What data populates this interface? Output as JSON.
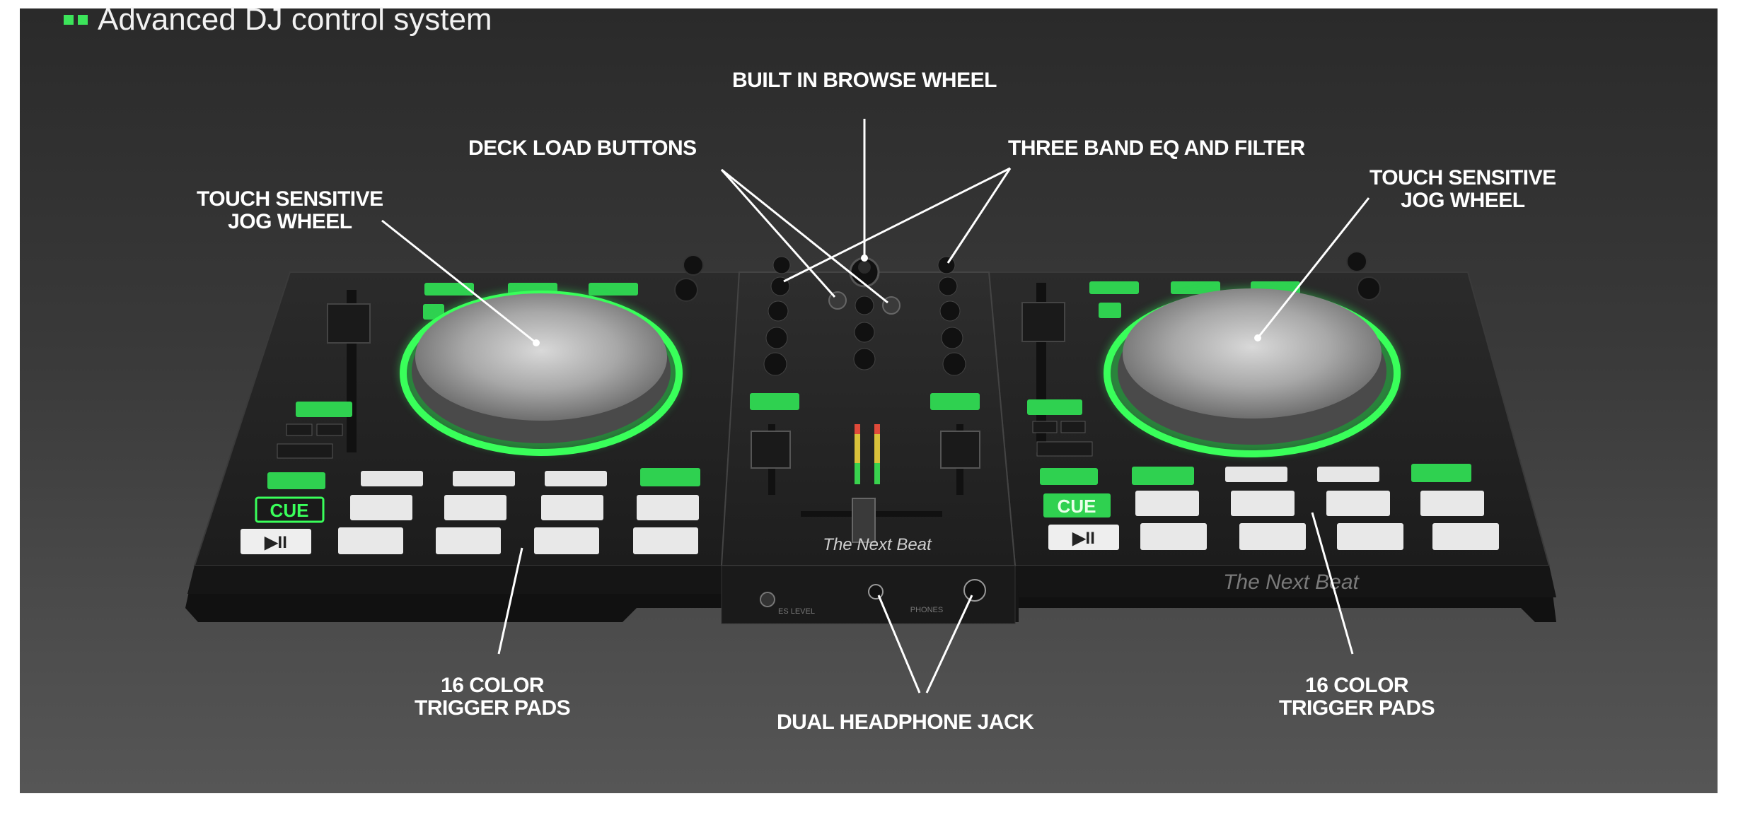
{
  "header": {
    "title": "Advanced DJ control system",
    "accent_color": "#3ce45a"
  },
  "callouts": {
    "browse_wheel": "BUILT IN BROWSE WHEEL",
    "deck_load": "DECK LOAD BUTTONS",
    "eq_filter": "THREE BAND EQ AND FILTER",
    "jog_left_line1": "TOUCH SENSITIVE",
    "jog_left_line2": "JOG WHEEL",
    "jog_right_line1": "TOUCH SENSITIVE",
    "jog_right_line2": "JOG WHEEL",
    "pads_left_line1": "16 COLOR",
    "pads_left_line2": "TRIGGER PADS",
    "pads_right_line1": "16 COLOR",
    "pads_right_line2": "TRIGGER PADS",
    "headphone": "DUAL HEADPHONE JACK"
  },
  "controller": {
    "brand": "The Next Beat",
    "cue_label": "CUE",
    "play_pause_label": "▶II",
    "phones_label": "PHONES",
    "level_label": "ES LEVEL",
    "led_color": "#39ff5a"
  }
}
